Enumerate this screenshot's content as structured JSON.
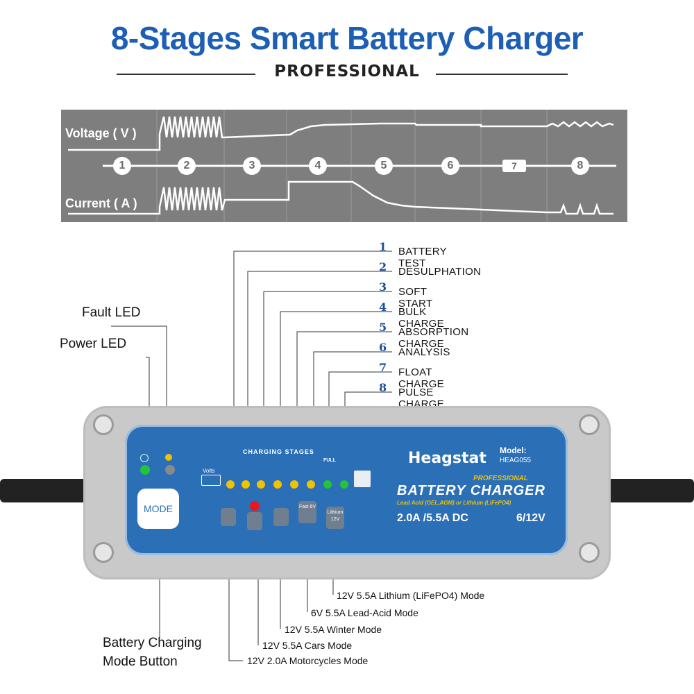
{
  "header": {
    "title": "8-Stages Smart Battery Charger",
    "subtitle": "PROFESSIONAL"
  },
  "graph": {
    "voltage_label": "Voltage ( V )",
    "current_label": "Current ( A )",
    "stage_markers": [
      "1",
      "2",
      "3",
      "4",
      "5",
      "6",
      "7",
      "8"
    ]
  },
  "stages": [
    {
      "num": "1",
      "label": "BATTERY TEST"
    },
    {
      "num": "2",
      "label": "DESULPHATION"
    },
    {
      "num": "3",
      "label": "SOFT START"
    },
    {
      "num": "4",
      "label": "BULK CHARGE"
    },
    {
      "num": "5",
      "label": "ABSORPTION CHARGE"
    },
    {
      "num": "6",
      "label": "ANALYSIS"
    },
    {
      "num": "7",
      "label": "FLOAT CHARGE"
    },
    {
      "num": "8",
      "label": "PULSE CHARGE"
    }
  ],
  "leds": {
    "fault_label": "Fault  LED",
    "power_label": "Power LED"
  },
  "charger": {
    "brand": "Heagstat",
    "model_label": "Model:",
    "model": "HEAG055",
    "professional": "PROFESSIONAL",
    "product": "BATTERY CHARGER",
    "battery_types": "Lead Acid (GEL,AGM) or Lithium (LiFePO4)",
    "current_rating": "2.0A /5.5A DC",
    "voltage_rating": "6/12V",
    "charging_stages_label": "CHARGING STAGES",
    "volts_label": "Volts",
    "full_label": "FULL",
    "mode_button": "MODE",
    "mode_buttons": [
      "Fast 6V",
      "Lithium 12V"
    ]
  },
  "mode_button_label": [
    "Battery Charging",
    "Mode Button"
  ],
  "modes": [
    "12V 5.5A Lithium (LiFePO4) Mode",
    "6V 5.5A Lead-Acid Mode",
    "12V 5.5A Winter Mode",
    "12V 5.5A Cars Mode",
    "12V 2.0A Motorcycles Mode"
  ],
  "colors": {
    "title": "#1d5fb4",
    "panel_gray": "#7f7e7e",
    "charger_blue": "#2b6fb6",
    "led_green": "#22c43a",
    "led_yellow": "#f2c200",
    "led_red": "#e8191c"
  }
}
